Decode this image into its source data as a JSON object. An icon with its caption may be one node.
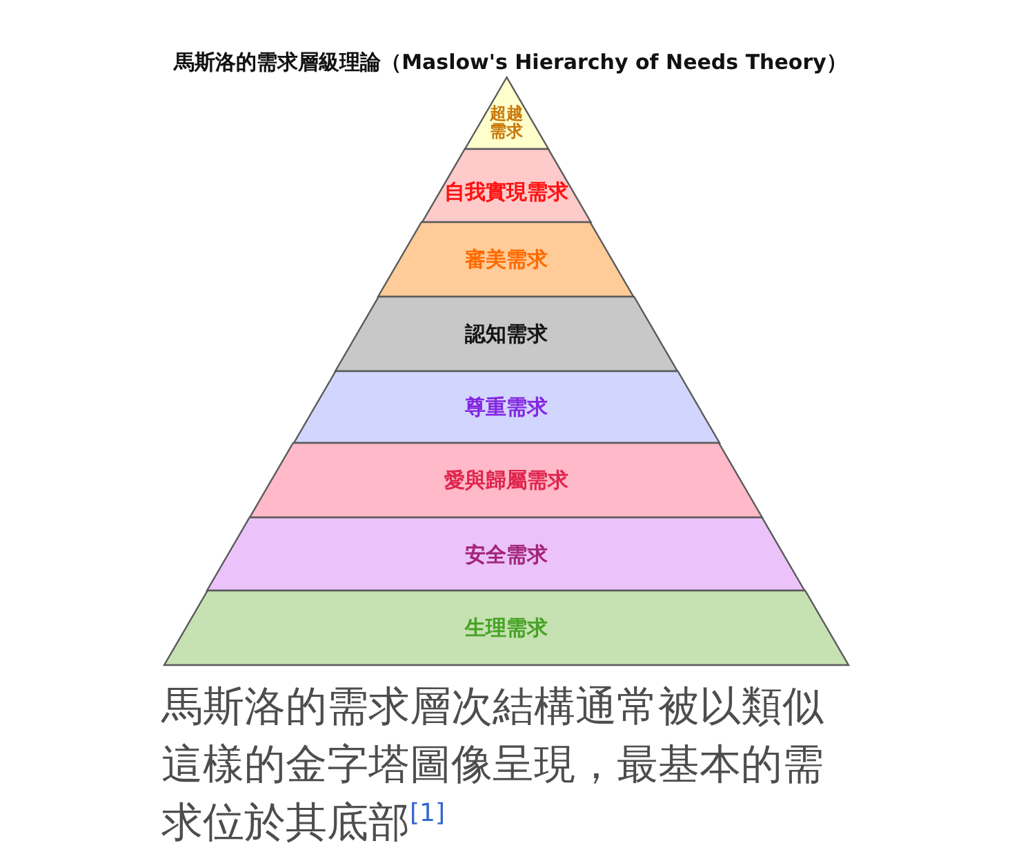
{
  "diagram": {
    "title": "馬斯洛的需求層級理論（Maslow's Hierarchy of Needs Theory）",
    "nodes": [
      {
        "text": [
          "超越需求"
        ]
      },
      {
        "text": [
          "自我實現需求"
        ]
      },
      {
        "text": [
          "審美需求"
        ]
      },
      {
        "text": [
          "認知需求"
        ]
      },
      {
        "text": [
          "尊重需求"
        ]
      },
      {
        "text": [
          "愛與歸屬需求"
        ]
      },
      {
        "text": [
          "安全需求"
        ]
      },
      {
        "text": [
          "生理需求"
        ]
      }
    ],
    "caption": "馬斯洛的需求層次結構通常被以類似這樣的金字塔圖像呈現，最基本的需求位於其底部$^{[1]}$"
  }
}
